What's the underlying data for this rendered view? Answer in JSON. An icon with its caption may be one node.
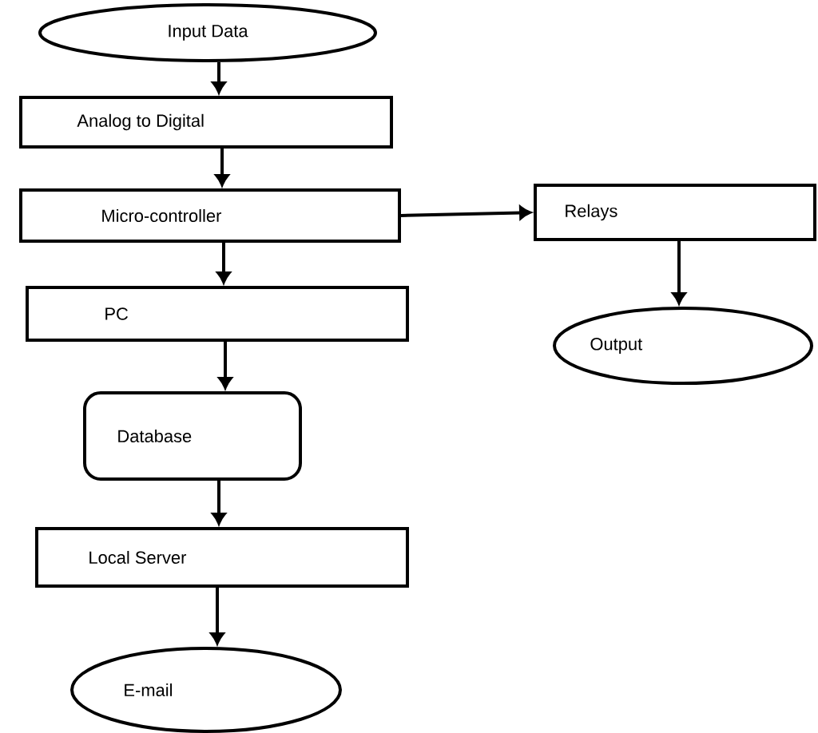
{
  "diagram": {
    "nodes": [
      {
        "text": [
          "Input Data"
        ]
      },
      {
        "text": [
          "Analog to Digital"
        ]
      },
      {
        "text": [
          "Micro-controller"
        ]
      },
      {
        "text": [
          "Relays"
        ]
      },
      {
        "text": [
          "PC"
        ]
      },
      {
        "text": [
          "Output"
        ]
      },
      {
        "text": [
          "Database"
        ]
      },
      {
        "text": [
          "Local Server"
        ]
      },
      {
        "text": [
          "E-mail"
        ]
      }
    ],
    "edges": [
      {
        "from": 0,
        "to": 1,
        "arrow": "to"
      },
      {
        "from": 1,
        "to": 2,
        "arrow": "to"
      },
      {
        "from": 2,
        "to": 3,
        "arrow": "to"
      },
      {
        "from": 3,
        "to": 5,
        "arrow": "to"
      },
      {
        "from": 2,
        "to": 4,
        "arrow": "to"
      },
      {
        "from": 4,
        "to": 6,
        "arrow": "to"
      },
      {
        "from": 6,
        "to": 7,
        "arrow": "to"
      },
      {
        "from": 7,
        "to": 8,
        "arrow": "to"
      }
    ]
  }
}
